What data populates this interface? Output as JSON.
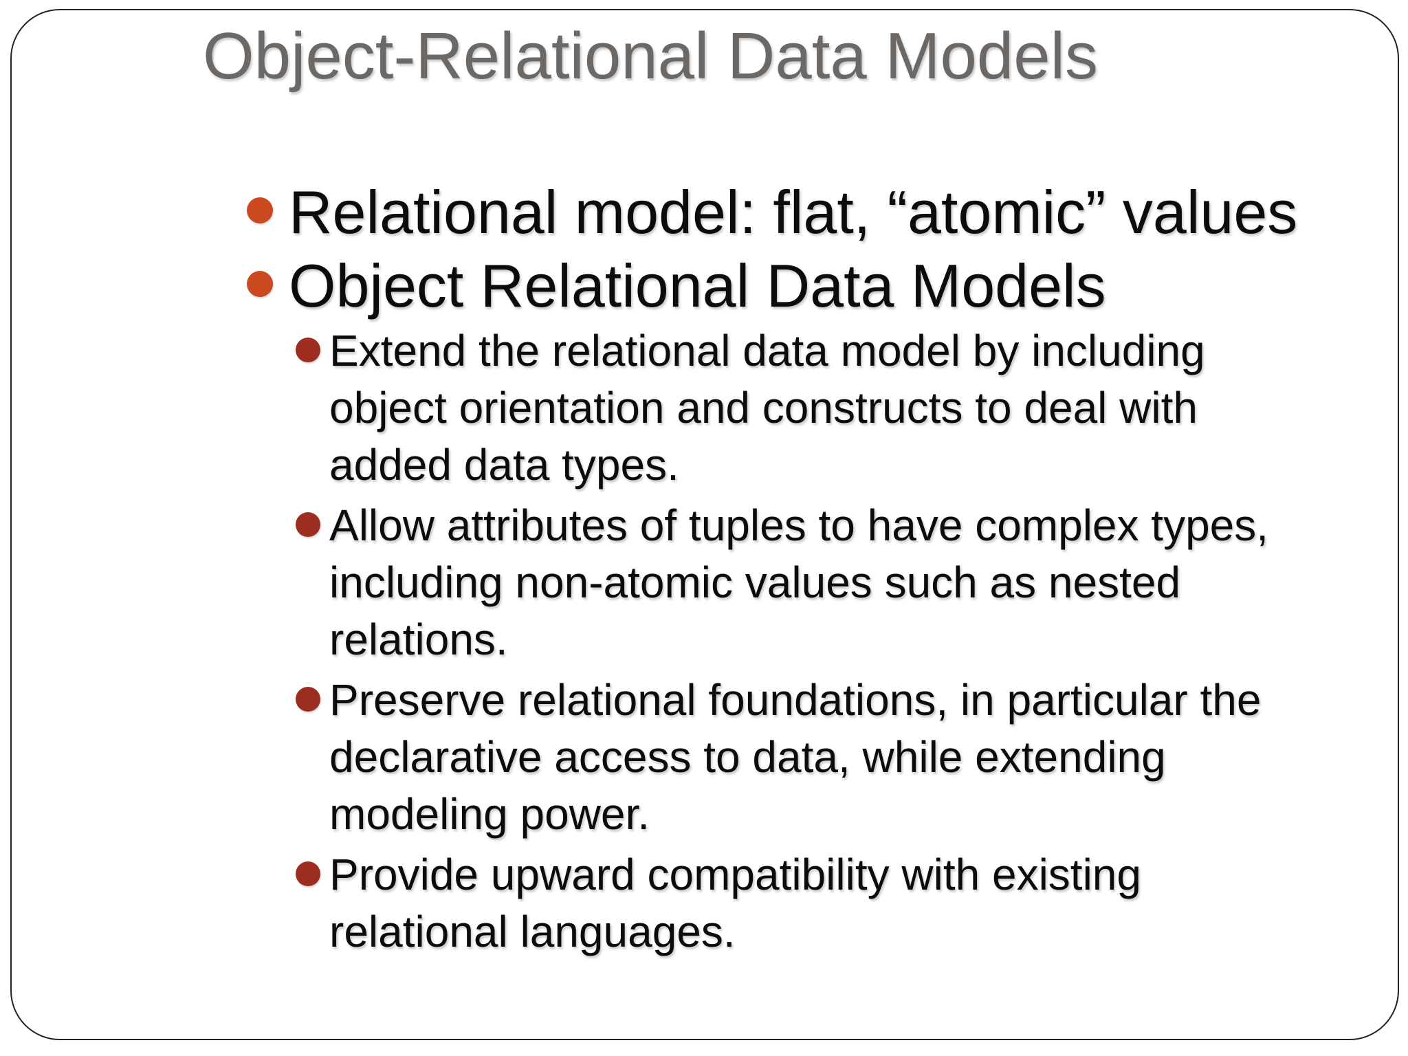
{
  "slide": {
    "title": "Object-Relational Data Models",
    "bullets": [
      {
        "level": 1,
        "lines": [
          "Relational model: flat, “atomic” values"
        ]
      },
      {
        "level": 1,
        "lines": [
          "Object Relational Data Models"
        ]
      },
      {
        "level": 2,
        "lines": [
          "Extend the relational data model by including",
          "object orientation and constructs to deal with",
          "added data types."
        ]
      },
      {
        "level": 2,
        "lines": [
          "Allow attributes of tuples to have complex types,",
          "including non-atomic values such as nested",
          "relations."
        ]
      },
      {
        "level": 2,
        "lines": [
          "Preserve relational foundations, in particular the",
          "declarative access to data, while extending",
          "modeling power."
        ]
      },
      {
        "level": 2,
        "lines": [
          "Provide upward compatibility with existing",
          "relational languages."
        ]
      }
    ],
    "colors": {
      "title": "#6c6866",
      "text": "#0c0c0c",
      "border": "#222222",
      "level1_bullet": "#cb491f",
      "level2_bullet": "#9d2d21"
    }
  }
}
